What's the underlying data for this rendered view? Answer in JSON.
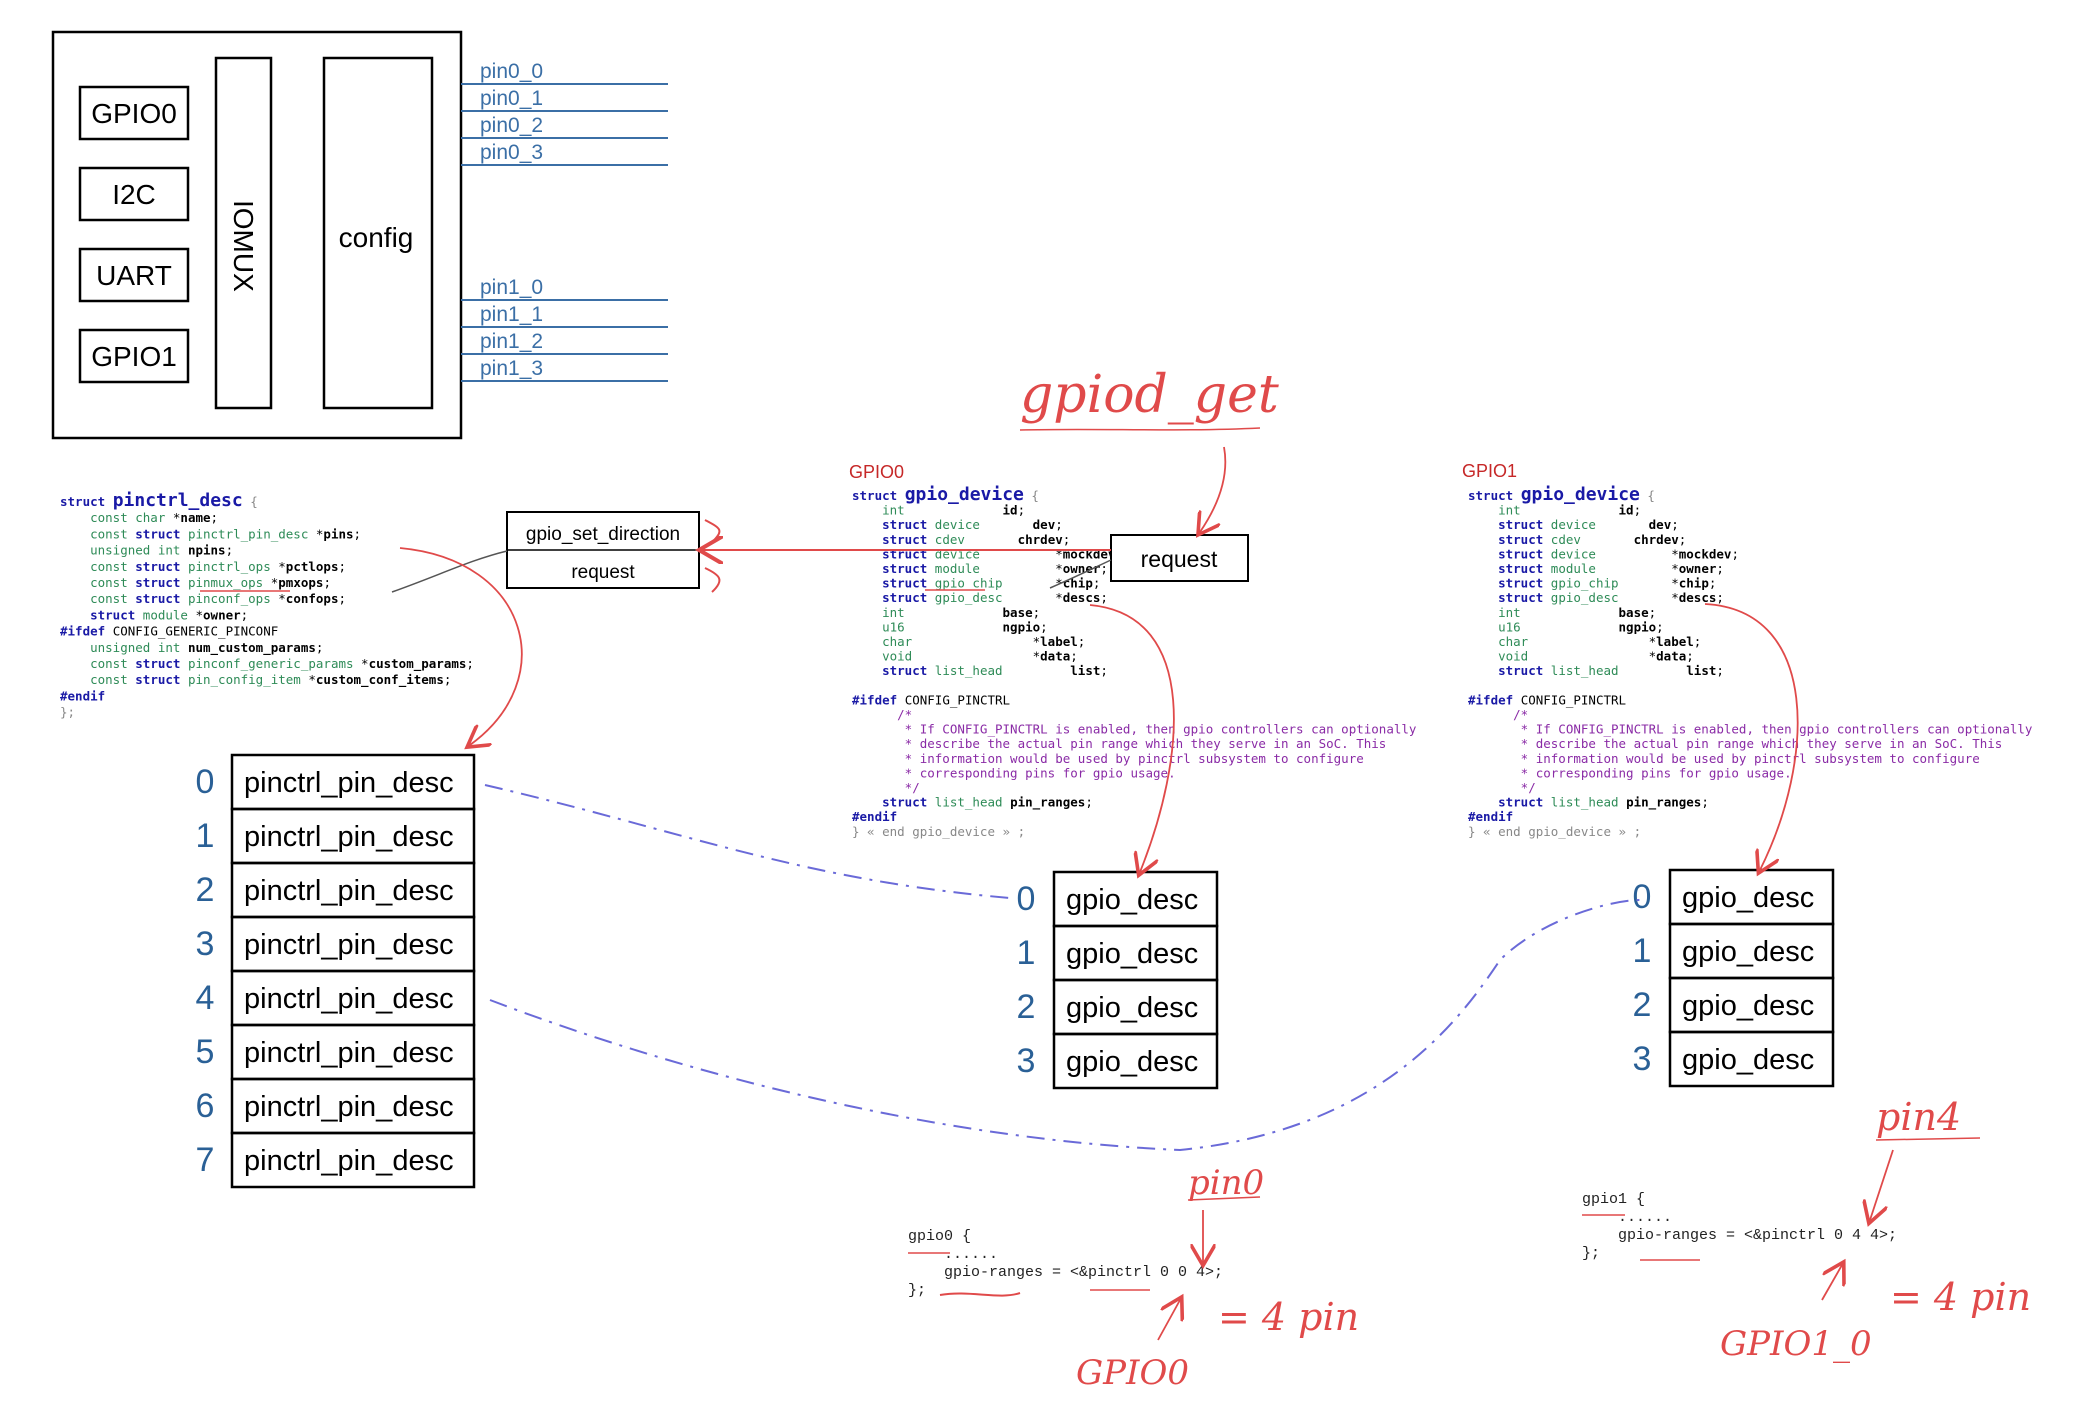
{
  "soc": {
    "blocks": [
      "GPIO0",
      "I2C",
      "UART",
      "GPIO1"
    ],
    "iomux_label": "IOMUX",
    "config_label": "config",
    "pins_group0": [
      "pin0_0",
      "pin0_1",
      "pin0_2",
      "pin0_3"
    ],
    "pins_group1": [
      "pin1_0",
      "pin1_1",
      "pin1_2",
      "pin1_3"
    ]
  },
  "pinctrl_desc": {
    "lines": [
      [
        [
          "kw",
          "struct "
        ],
        [
          "title",
          "pinctrl_desc"
        ],
        [
          "gray",
          " {"
        ]
      ],
      [
        [
          "ty",
          "    const char "
        ],
        [
          "plain",
          "*"
        ],
        [
          "fld",
          "name"
        ],
        [
          "plain",
          ";"
        ]
      ],
      [
        [
          "ty",
          "    const "
        ],
        [
          "kw",
          "struct "
        ],
        [
          "ty",
          "pinctrl_pin_desc "
        ],
        [
          "plain",
          "*"
        ],
        [
          "fld",
          "pins"
        ],
        [
          "plain",
          ";"
        ]
      ],
      [
        [
          "ty",
          "    unsigned int "
        ],
        [
          "fld",
          "npins"
        ],
        [
          "plain",
          ";"
        ]
      ],
      [
        [
          "ty",
          "    const "
        ],
        [
          "kw",
          "struct "
        ],
        [
          "ty",
          "pinctrl_ops "
        ],
        [
          "plain",
          "*"
        ],
        [
          "fld",
          "pctlops"
        ],
        [
          "plain",
          ";"
        ]
      ],
      [
        [
          "ty",
          "    const "
        ],
        [
          "kw",
          "struct "
        ],
        [
          "ty",
          "pinmux_ops "
        ],
        [
          "plain",
          "*"
        ],
        [
          "fld",
          "pmxops"
        ],
        [
          "plain",
          ";"
        ]
      ],
      [
        [
          "ty",
          "    const "
        ],
        [
          "kw",
          "struct "
        ],
        [
          "ty",
          "pinconf_ops "
        ],
        [
          "plain",
          "*"
        ],
        [
          "fld",
          "confops"
        ],
        [
          "plain",
          ";"
        ]
      ],
      [
        [
          "kw",
          "    struct "
        ],
        [
          "ty",
          "module "
        ],
        [
          "plain",
          "*"
        ],
        [
          "fld",
          "owner"
        ],
        [
          "plain",
          ";"
        ]
      ],
      [
        [
          "pp",
          "#ifdef "
        ],
        [
          "plain",
          "CONFIG_GENERIC_PINCONF"
        ]
      ],
      [
        [
          "ty",
          "    unsigned int "
        ],
        [
          "fld",
          "num_custom_params"
        ],
        [
          "plain",
          ";"
        ]
      ],
      [
        [
          "ty",
          "    const "
        ],
        [
          "kw",
          "struct "
        ],
        [
          "ty",
          "pinconf_generic_params "
        ],
        [
          "plain",
          "*"
        ],
        [
          "fld",
          "custom_params"
        ],
        [
          "plain",
          ";"
        ]
      ],
      [
        [
          "ty",
          "    const "
        ],
        [
          "kw",
          "struct "
        ],
        [
          "ty",
          "pin_config_item "
        ],
        [
          "plain",
          "*"
        ],
        [
          "fld",
          "custom_conf_items"
        ],
        [
          "plain",
          ";"
        ]
      ],
      [
        [
          "pp",
          "#endif"
        ]
      ],
      [
        [
          "gray",
          "};"
        ]
      ]
    ]
  },
  "pin_desc_array": {
    "indices": [
      "0",
      "1",
      "2",
      "3",
      "4",
      "5",
      "6",
      "7"
    ],
    "cell_label": "pinctrl_pin_desc"
  },
  "ops_box": {
    "set_direction": "gpio_set_direction",
    "request": "request"
  },
  "gpio0_device": {
    "label": "GPIO0",
    "request_label": "request",
    "lines": [
      [
        [
          "kw",
          "struct "
        ],
        [
          "title",
          "gpio_device"
        ],
        [
          "gray",
          " {"
        ]
      ],
      [
        [
          "ty",
          "    int             "
        ],
        [
          "fld",
          "id"
        ],
        [
          "plain",
          ";"
        ]
      ],
      [
        [
          "kw",
          "    struct "
        ],
        [
          "ty",
          "device       "
        ],
        [
          "fld",
          "dev"
        ],
        [
          "plain",
          ";"
        ]
      ],
      [
        [
          "kw",
          "    struct "
        ],
        [
          "ty",
          "cdev       "
        ],
        [
          "fld",
          "chrdev"
        ],
        [
          "plain",
          ";"
        ]
      ],
      [
        [
          "kw",
          "    struct "
        ],
        [
          "ty",
          "device          "
        ],
        [
          "plain",
          "*"
        ],
        [
          "fld",
          "mockdev"
        ],
        [
          "plain",
          ";"
        ]
      ],
      [
        [
          "kw",
          "    struct "
        ],
        [
          "ty",
          "module          "
        ],
        [
          "plain",
          "*"
        ],
        [
          "fld",
          "owner"
        ],
        [
          "plain",
          ";"
        ]
      ],
      [
        [
          "kw",
          "    struct "
        ],
        [
          "ty",
          "gpio_chip       "
        ],
        [
          "plain",
          "*"
        ],
        [
          "fld",
          "chip"
        ],
        [
          "plain",
          ";"
        ]
      ],
      [
        [
          "kw",
          "    struct "
        ],
        [
          "ty",
          "gpio_desc       "
        ],
        [
          "plain",
          "*"
        ],
        [
          "fld",
          "descs"
        ],
        [
          "plain",
          ";"
        ]
      ],
      [
        [
          "ty",
          "    int             "
        ],
        [
          "fld",
          "base"
        ],
        [
          "plain",
          ";"
        ]
      ],
      [
        [
          "ty",
          "    u16             "
        ],
        [
          "fld",
          "ngpio"
        ],
        [
          "plain",
          ";"
        ]
      ],
      [
        [
          "ty",
          "    char                "
        ],
        [
          "plain",
          "*"
        ],
        [
          "fld",
          "label"
        ],
        [
          "plain",
          ";"
        ]
      ],
      [
        [
          "ty",
          "    void                "
        ],
        [
          "plain",
          "*"
        ],
        [
          "fld",
          "data"
        ],
        [
          "plain",
          ";"
        ]
      ],
      [
        [
          "kw",
          "    struct "
        ],
        [
          "ty",
          "list_head         "
        ],
        [
          "fld",
          "list"
        ],
        [
          "plain",
          ";"
        ]
      ],
      [
        [
          "plain",
          ""
        ]
      ],
      [
        [
          "pp",
          "#ifdef "
        ],
        [
          "plain",
          "CONFIG_PINCTRL"
        ]
      ],
      [
        [
          "cm",
          "      /*"
        ]
      ],
      [
        [
          "cm",
          "       * If CONFIG_PINCTRL is enabled, then gpio controllers can optionally"
        ]
      ],
      [
        [
          "cm",
          "       * describe the actual pin range which they serve in an SoC. This"
        ]
      ],
      [
        [
          "cm",
          "       * information would be used by pinctrl subsystem to configure"
        ]
      ],
      [
        [
          "cm",
          "       * corresponding pins for gpio usage."
        ]
      ],
      [
        [
          "cm",
          "       */"
        ]
      ],
      [
        [
          "kw",
          "    struct "
        ],
        [
          "ty",
          "list_head "
        ],
        [
          "fld",
          "pin_ranges"
        ],
        [
          "plain",
          ";"
        ]
      ],
      [
        [
          "pp",
          "#endif"
        ]
      ],
      [
        [
          "gray",
          "} « end gpio_device » ;"
        ]
      ]
    ],
    "desc_indices": [
      "0",
      "1",
      "2",
      "3"
    ],
    "desc_label": "gpio_desc",
    "dts": [
      "gpio0 {",
      "    ......",
      "    gpio-ranges = <&pinctrl 0 0 4>;",
      "};"
    ]
  },
  "gpio1_device": {
    "label": "GPIO1",
    "desc_indices": [
      "0",
      "1",
      "2",
      "3"
    ],
    "desc_label": "gpio_desc",
    "dts": [
      "gpio1 {",
      "    ......",
      "    gpio-ranges = <&pinctrl 0 4 4>;",
      "};"
    ]
  },
  "handwriting": {
    "gpiod_get": "gpiod_get",
    "pin0": "pin0",
    "gpio0_0": "GPIO0",
    "four_pin": "= 4 pin",
    "pin4": "pin4",
    "gpio1_0": "GPIO1_0",
    "four_pin_2": "= 4 pin"
  },
  "colors": {
    "pin_line": "#3b6fa6",
    "annotation_red": "#e04a4a",
    "dashed_blue": "#6a6ad8"
  }
}
